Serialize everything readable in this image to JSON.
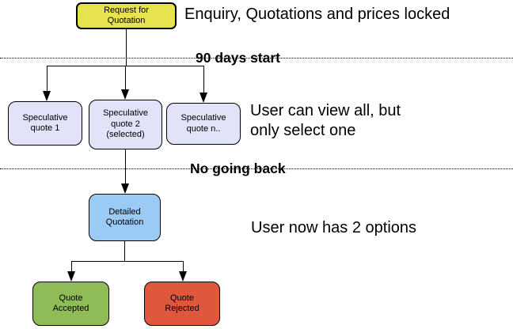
{
  "diagram": {
    "nodes": {
      "request": {
        "label": "Request for\nQuotation",
        "color": "#e6e34e"
      },
      "spec1": {
        "label": "Speculative\nquote 1",
        "color": "#e2e2f8"
      },
      "spec2": {
        "label": "Speculative\nquote 2\n(selected)",
        "color": "#e2e2f8"
      },
      "specn": {
        "label": "Speculative\nquote n..",
        "color": "#e2e2f8"
      },
      "detailed": {
        "label": "Detailed\nQuotation",
        "color": "#9bcaf5"
      },
      "accepted": {
        "label": "Quote\nAccepted",
        "color": "#8fbc56"
      },
      "rejected": {
        "label": "Quote\nRejected",
        "color": "#e0583c"
      }
    },
    "annotations": {
      "enquiry": "Enquiry, Quotations and prices locked",
      "view_all": "User can view all, but\nonly select one",
      "two_options": "User now has 2 options"
    },
    "milestones": {
      "days_start": "90 days start",
      "no_going_back": "No going back"
    },
    "colors": {
      "line": "#000000",
      "background": "#ffffff"
    }
  }
}
